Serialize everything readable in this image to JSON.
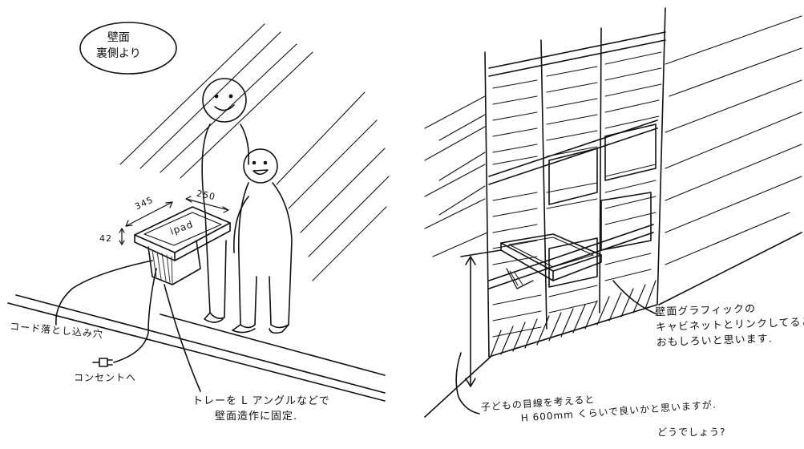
{
  "left_sketch": {
    "cloud_label": {
      "line1": "壁面",
      "line2": "裏側より"
    },
    "dimensions": {
      "width": "345",
      "depth": "250",
      "height": "42"
    },
    "tray_label": "ipad",
    "cord_hole_label": "コード落とし込み穴",
    "outlet_label": "コンセントへ",
    "mount_note": {
      "line1": "トレーを L アングルなどで",
      "line2": "壁面造作に固定."
    }
  },
  "right_sketch": {
    "graphic_note": {
      "line1": "壁面グラフィックの",
      "line2": "キャビネットとリンクしてると",
      "line3": "おもしろいと思います."
    },
    "height_note": {
      "line1": "子どもの目線を考えると",
      "line2": "H 600mm くらいで良いかと思いますが.",
      "line3": "どうでしょう?"
    }
  }
}
